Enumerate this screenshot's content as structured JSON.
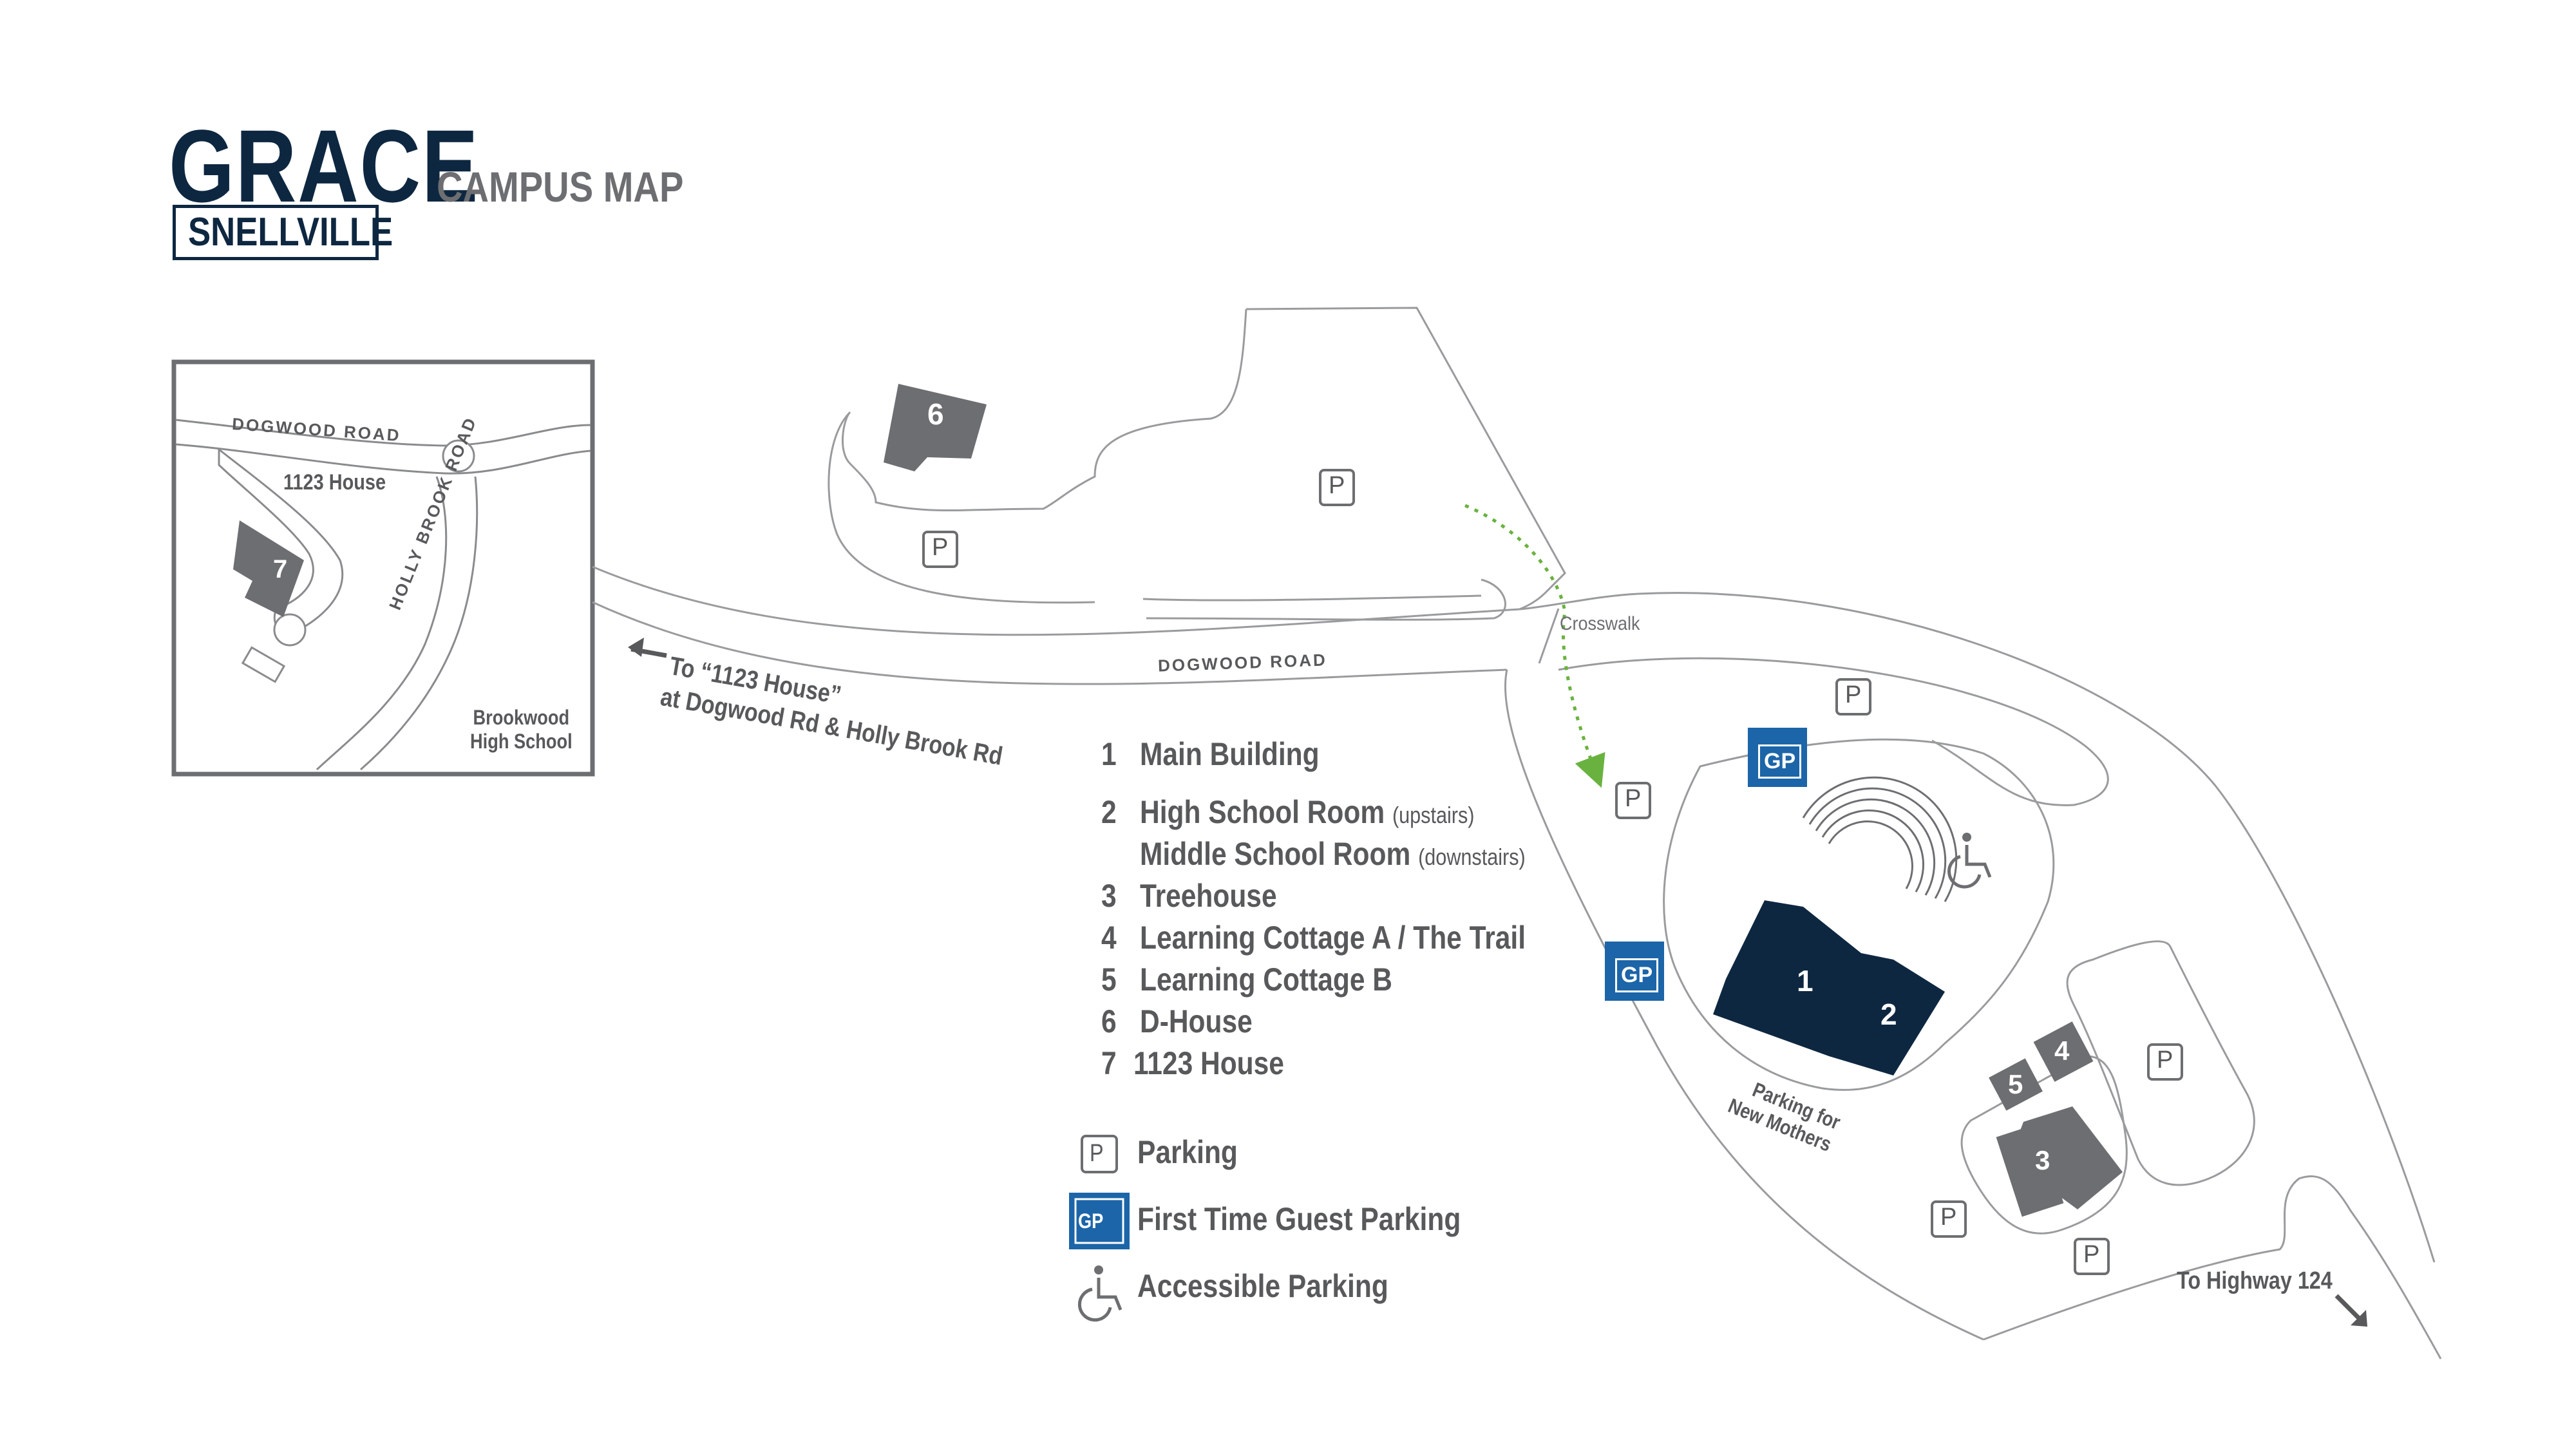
{
  "logo": {
    "line1": "GRACE",
    "line2": "SNELLVILLE"
  },
  "title": "CAMPUS MAP",
  "inset": {
    "road_dogwood": "DOGWOOD ROAD",
    "road_hollybrook": "HOLLY BROOK ROAD",
    "house_label": "1123 House",
    "building_7": "7",
    "school_line1": "Brookwood",
    "school_line2": "High School"
  },
  "map": {
    "building_6": "6",
    "building_1": "1",
    "building_2": "2",
    "building_3": "3",
    "building_4": "4",
    "building_5": "5",
    "parking_p": "P",
    "guest_gp": "GP",
    "crosswalk": "Crosswalk",
    "dogwood_road": "DOGWOOD ROAD",
    "to_1123_line1": "To “1123 House”",
    "to_1123_line2": "at Dogwood Rd & Holly Brook Rd",
    "new_mothers_line1": "Parking for",
    "new_mothers_line2": "New Mothers",
    "to_highway": "To Highway 124"
  },
  "buildings_legend": [
    {
      "num": "1",
      "label": "Main Building",
      "note": ""
    },
    {
      "num": "2",
      "label": "High School Room",
      "note": "(upstairs)"
    },
    {
      "num": "",
      "label": "Middle School Room",
      "note": "(downstairs)"
    },
    {
      "num": "3",
      "label": "Treehouse",
      "note": ""
    },
    {
      "num": "4",
      "label": "Learning Cottage A / The Trail",
      "note": ""
    },
    {
      "num": "5",
      "label": "Learning Cottage B",
      "note": ""
    },
    {
      "num": "6",
      "label": "D-House",
      "note": ""
    },
    {
      "num": "7",
      "label": "1123 House",
      "note": ""
    }
  ],
  "symbol_legend": {
    "parking": "Parking",
    "guest": "First Time Guest Parking",
    "accessible": "Accessible Parking"
  },
  "colors": {
    "navy": "#0e2741",
    "gray_building": "#6d6e71",
    "guest_blue": "#1c65a8",
    "road_line": "#9a9b9d",
    "path_green": "#6ab23f"
  }
}
